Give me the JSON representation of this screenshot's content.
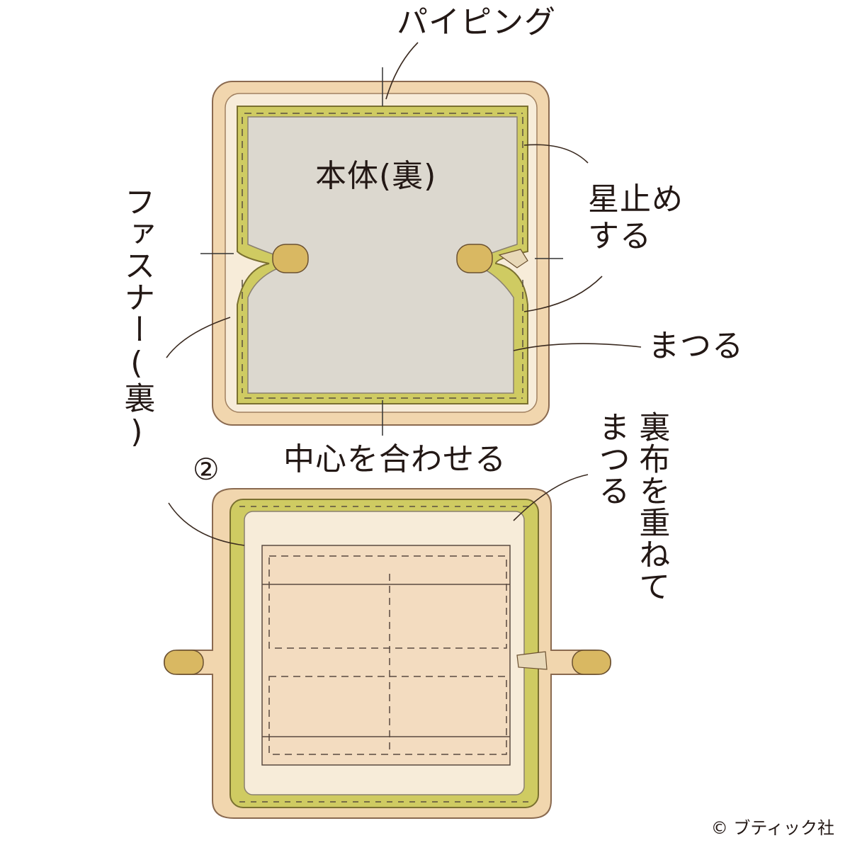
{
  "labels": {
    "piping": "パイピング",
    "body_back": "本体(裏)",
    "star_stitch_1": "星止め",
    "star_stitch_2": "する",
    "hem_stitch_top": "まつる",
    "align_center": "中心を合わせる",
    "step_number": "②",
    "zipper_back": "ファスナー(裏)",
    "lining_1": "裏布を重ねて",
    "lining_2": "まつる"
  },
  "copyright": "© ブティック社",
  "colors": {
    "border_tan": "#e9c99b",
    "piping_green": "#c9c65a",
    "body_gray": "#dcd8cf",
    "lining_peach": "#f3dcc0",
    "line": "#4a3a30"
  }
}
